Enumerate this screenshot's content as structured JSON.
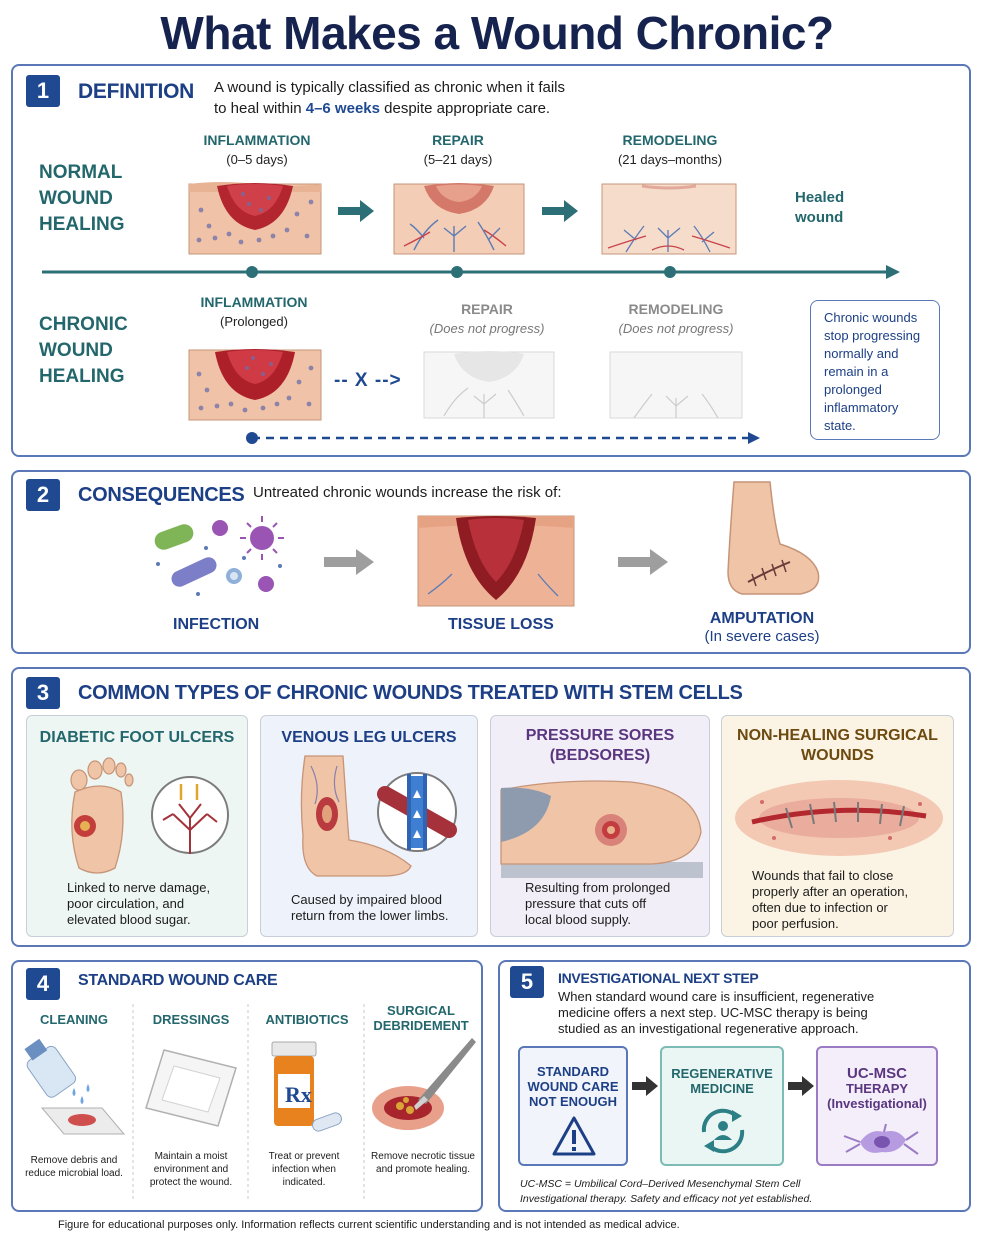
{
  "title": "What Makes a Wound Chronic?",
  "section1": {
    "number": "1",
    "heading": "DEFINITION",
    "text_line1": "A wound is typically classified as chronic when it fails",
    "text_pre": "to heal within ",
    "text_highlight": "4–6 weeks",
    "text_post": " despite appropriate care.",
    "normal_label": [
      "NORMAL",
      "WOUND",
      "HEALING"
    ],
    "chronic_label": [
      "CHRONIC",
      "WOUND",
      "HEALING"
    ],
    "normal_stages": [
      {
        "title": "INFLAMMATION",
        "sub": "(0–5 days)"
      },
      {
        "title": "REPAIR",
        "sub": "(5–21 days)"
      },
      {
        "title": "REMODELING",
        "sub": "(21 days–months)"
      }
    ],
    "healed": [
      "Healed",
      "wound"
    ],
    "chronic_stages": [
      {
        "title": "INFLAMMATION",
        "sub": "(Prolonged)"
      },
      {
        "title": "REPAIR",
        "sub": "(Does not progress)"
      },
      {
        "title": "REMODELING",
        "sub": "(Does not progress)"
      }
    ],
    "blocked_arrow": "-- X -->",
    "chronic_note": [
      "Chronic wounds",
      "stop progressing",
      "normally and",
      "remain in a",
      "prolonged",
      "inflammatory",
      "state."
    ]
  },
  "section2": {
    "number": "2",
    "heading": "CONSEQUENCES",
    "intro": "Untreated chronic wounds increase the risk of:",
    "items": [
      {
        "label": "INFECTION"
      },
      {
        "label": "TISSUE LOSS"
      },
      {
        "label": "AMPUTATION",
        "sub": "(In severe cases)"
      }
    ]
  },
  "section3": {
    "number": "3",
    "heading": "COMMON TYPES OF CHRONIC WOUNDS TREATED WITH STEM CELLS",
    "cards": [
      {
        "title": [
          "DIABETIC FOOT ULCERS"
        ],
        "desc": [
          "Linked to nerve damage,",
          "poor circulation, and",
          "elevated blood sugar."
        ]
      },
      {
        "title": [
          "VENOUS LEG ULCERS"
        ],
        "desc": [
          "Caused by impaired blood",
          "return from the lower limbs."
        ]
      },
      {
        "title": [
          "PRESSURE SORES",
          "(BEDSORES)"
        ],
        "desc": [
          "Resulting from prolonged",
          "pressure that cuts off",
          "local blood supply."
        ]
      },
      {
        "title": [
          "NON-HEALING SURGICAL",
          "WOUNDS"
        ],
        "desc": [
          "Wounds that fail to close",
          "properly after an operation,",
          "often due to infection or",
          "poor perfusion."
        ]
      }
    ]
  },
  "section4": {
    "number": "4",
    "heading": "STANDARD WOUND CARE",
    "items": [
      {
        "title": [
          "CLEANING"
        ],
        "desc": [
          "Remove debris and",
          "reduce microbial load."
        ]
      },
      {
        "title": [
          "DRESSINGS"
        ],
        "desc": [
          "Maintain a moist",
          "environment and",
          "protect the wound."
        ]
      },
      {
        "title": [
          "ANTIBIOTICS"
        ],
        "desc": [
          "Treat or prevent",
          "infection when",
          "indicated."
        ]
      },
      {
        "title": [
          "SURGICAL",
          "DEBRIDEMENT"
        ],
        "desc": [
          "Remove necrotic tissue",
          "and promote healing."
        ]
      }
    ],
    "rx": "Rx"
  },
  "section5": {
    "number": "5",
    "heading": "INVESTIGATIONAL NEXT STEP",
    "text": [
      "When standard wound care is insufficient, regenerative",
      "medicine offers a next step. UC-MSC therapy is being",
      "studied as an investigational regenerative approach."
    ],
    "steps": [
      {
        "lines": [
          "STANDARD",
          "WOUND CARE",
          "NOT ENOUGH"
        ]
      },
      {
        "lines": [
          "REGENERATIVE",
          "MEDICINE"
        ]
      },
      {
        "lines": [
          "UC-MSC",
          "THERAPY",
          "(Investigational)"
        ]
      }
    ],
    "footnote": [
      "UC-MSC = Umbilical Cord–Derived Mesenchymal Stem Cell",
      "Investigational therapy.  Safety and efficacy not yet established."
    ]
  },
  "footer": "Figure for educational purposes only. Information reflects current scientific understanding and is not intended as medical advice.",
  "colors": {
    "navy": "#16234f",
    "blue": "#1f4a92",
    "teal": "#23676d",
    "border": "#5a78b8",
    "wound": "#b7272e"
  }
}
